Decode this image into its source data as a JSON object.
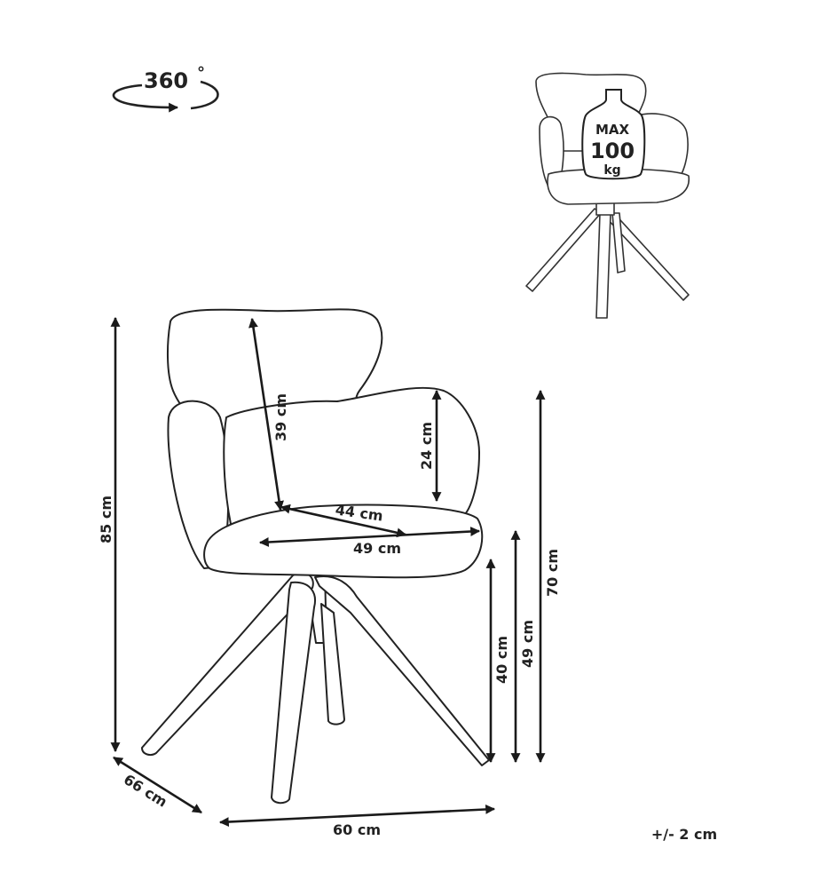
{
  "rotation": {
    "label": "360",
    "unit": "°"
  },
  "max_load": {
    "line1": "MAX",
    "line2": "100",
    "line3": "kg"
  },
  "dimensions": {
    "total_height": "85 cm",
    "backrest_height": "39 cm",
    "armrest_height": "24 cm",
    "seat_depth": "44 cm",
    "seat_width": "49 cm",
    "armrest_floor_height": "70 cm",
    "seat_height_max": "49 cm",
    "seat_height_min": "40 cm",
    "depth": "66 cm",
    "width": "60 cm"
  },
  "tolerance": "+/- 2 cm",
  "colors": {
    "line": "#222222",
    "background": "#ffffff"
  }
}
